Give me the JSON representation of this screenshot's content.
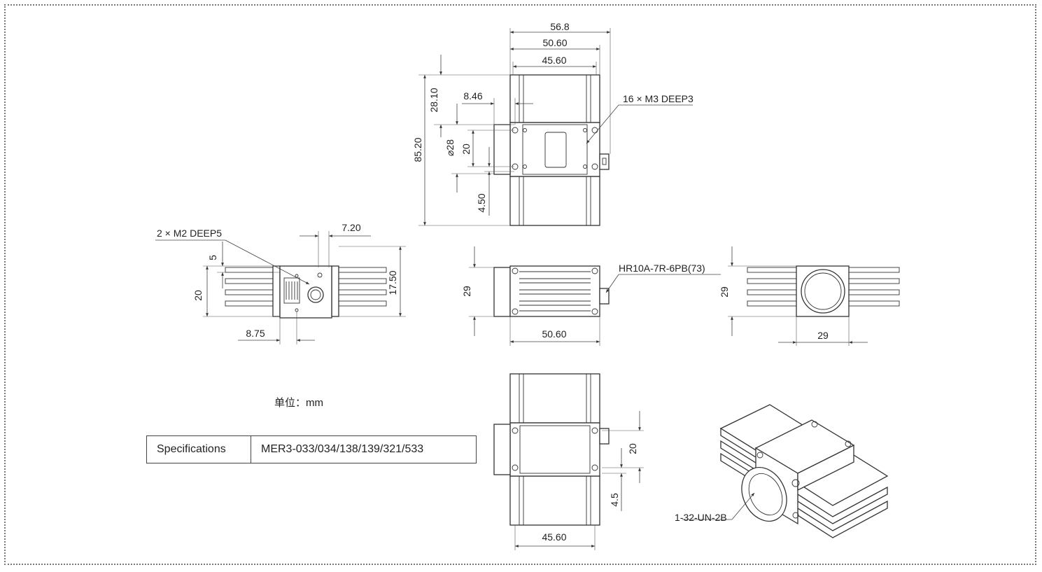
{
  "unit_label": "单位：mm",
  "spec_table": {
    "label": "Specifications",
    "value": "MER3-033/034/138/139/321/533"
  },
  "top_view": {
    "width_overall": "56.8",
    "width_mid": "50.60",
    "width_body": "45.60",
    "height_total": "85.20",
    "offset_top": "28.10",
    "offset_x": "8.46",
    "hole_diameter": "⌀28",
    "hole_spacing": "20",
    "offset_bottom": "4.50",
    "thread_note": "16 × M3 DEEP3"
  },
  "rear_view": {
    "thread_note": "2 × M2 DEEP5",
    "dim_top": "7.20",
    "dim_left_small": "5",
    "dim_left": "20",
    "dim_right": "17.50",
    "dim_bottom": "8.75"
  },
  "side_view": {
    "height": "29",
    "width": "50.60",
    "connector": "HR10A-7R-6PB(73)"
  },
  "front_view": {
    "height": "29",
    "width": "29"
  },
  "bottom_view": {
    "hole_spacing": "20",
    "offset": "4.5",
    "width": "45.60"
  },
  "iso_view": {
    "mount": "1-32-UN-2B"
  }
}
